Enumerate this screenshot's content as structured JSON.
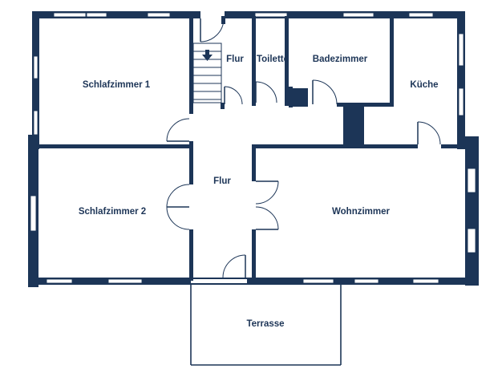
{
  "floorplan": {
    "rooms": {
      "schlafzimmer1": "Schlafzimmer 1",
      "flur_top": "Flur",
      "toilette": "Toilette",
      "badezimmer": "Badezimmer",
      "kueche": "Küche",
      "schlafzimmer2": "Schlafzimmer 2",
      "flur_center": "Flur",
      "wohnzimmer": "Wohnzimmer",
      "terrasse": "Terrasse"
    },
    "stair_arrow_icon": "arrow-down-icon",
    "colors": {
      "wall": "#1c3557",
      "background": "#ffffff"
    }
  }
}
